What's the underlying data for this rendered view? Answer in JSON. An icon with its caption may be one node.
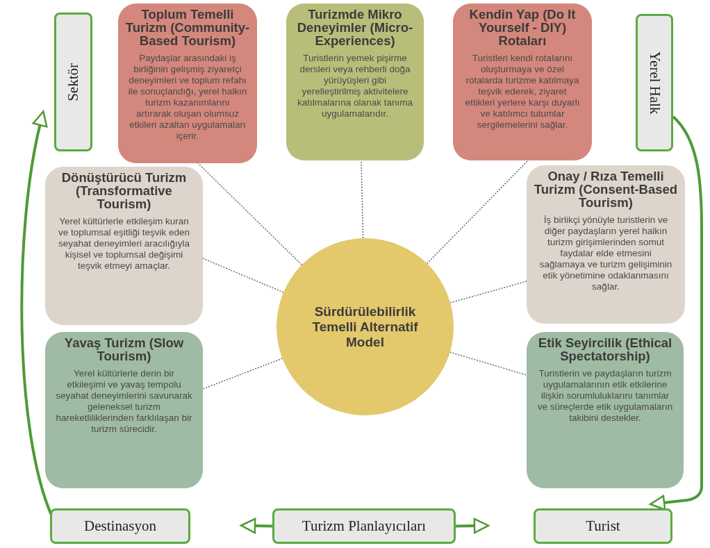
{
  "diagram": {
    "nodes": [
      {
        "text": [
          "Sektör"
        ]
      },
      {
        "text": [
          "Toplum Temelli Turizm (Community-Based Tourism)",
          "Paydaşlar arasındaki iş birliğinin gelişmiş ziyaretçi deneyimleri ve toplum refahı ile sonuçlandığı, yerel halkın turizm kazanımlarını artırarak oluşan olumsuz etkileri azaltan uygulamaları içerir."
        ]
      },
      {
        "text": [
          "Turizmde Mikro Deneyimler (Micro-Experiences)",
          "Turistlerin yemek pişirme dersleri veya rehberli doğa yürüyüşleri gibi yerelleştirilmiş aktivitelere katılmalarına olanak tanıma uygulamalarıdır."
        ]
      },
      {
        "text": [
          "Kendin Yap (Do It Yourself - DIY) Rotaları",
          "Turistleri kendi rotalarını oluşturmaya ve özel rotalarda turizme katılmaya teşvik ederek, ziyaret ettikleri yerlere karşı duyarlı ve katılımcı tutumlar sergilemelerini sağlar."
        ]
      },
      {
        "text": [
          "Yerel Halk"
        ]
      },
      {
        "text": [
          "Dönüştürücü Turizm (Transformative Tourism)",
          "Yerel kültürlerle etkileşim kuran ve toplumsal eşitliği teşvik eden seyahat deneyimleri aracılığıyla kişisel ve toplumsal değişimi teşvik etmeyi amaçlar."
        ]
      },
      {
        "text": [
          "Onay / Rıza Temelli Turizm (Consent-Based Tourism)",
          "İş birlikçi yönüyle turistlerin ve diğer paydaşların yerel halkın turizm girişimlerinden somut faydalar elde etmesini sağlamaya ve turizm gelişiminin etik yönetimine odaklanmasını sağlar."
        ]
      },
      {
        "text": [
          "Sürdürülebilirlik Temelli Alternatif Model"
        ]
      },
      {
        "text": [
          "Yavaş Turizm (Slow Tourism)",
          "Yerel kültürlerle derin bir etkileşimi ve yavaş tempolu seyahat deneyimlerini savunarak geleneksel turizm hareketliliklerinden farklılaşan bir turizm sürecidir."
        ]
      },
      {
        "text": [
          "Etik Seyircilik (Ethical Spectatorship)",
          "Turistlerin ve paydaşların turizm uygulamalarının etik etkilerine ilişkin sorumluluklarını tanımlar ve süreçlerde etik uygulamaların takibini destekler."
        ]
      },
      {
        "text": [
          "Destinasyon"
        ]
      },
      {
        "text": [
          "Turizm Planlayıcıları"
        ]
      },
      {
        "text": [
          "Turist"
        ]
      }
    ],
    "edges": [
      {
        "from": 7,
        "to": 1,
        "arrow": "none",
        "style": "dashed"
      },
      {
        "from": 7,
        "to": 2,
        "arrow": "none",
        "style": "dashed"
      },
      {
        "from": 7,
        "to": 3,
        "arrow": "none",
        "style": "dashed"
      },
      {
        "from": 7,
        "to": 5,
        "arrow": "none",
        "style": "dashed"
      },
      {
        "from": 7,
        "to": 6,
        "arrow": "none",
        "style": "dashed"
      },
      {
        "from": 7,
        "to": 8,
        "arrow": "none",
        "style": "dashed"
      },
      {
        "from": 7,
        "to": 9,
        "arrow": "none",
        "style": "dashed"
      },
      {
        "from": 10,
        "to": 0,
        "arrow": "to",
        "style": "thick",
        "color": "#4e9a36"
      },
      {
        "from": 4,
        "to": 12,
        "arrow": "to",
        "style": "thick",
        "color": "#4e9a36"
      },
      {
        "from": 11,
        "to": null,
        "arrow": "to",
        "style": "thick",
        "color": "#4e9a36"
      },
      {
        "from": 11,
        "to": null,
        "arrow": "to",
        "style": "thick",
        "color": "#4e9a36"
      }
    ]
  }
}
